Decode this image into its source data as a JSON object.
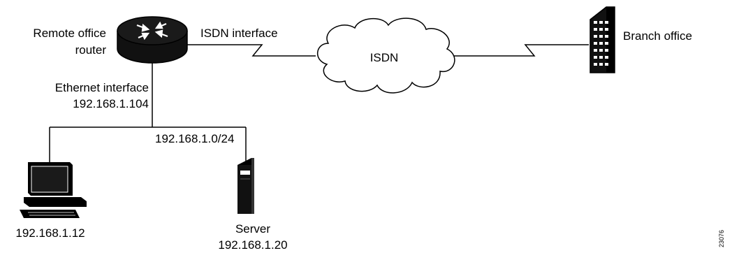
{
  "diagram": {
    "nodes": {
      "router": {
        "label_line1": "Remote office",
        "label_line2": "router",
        "icon": "router-icon"
      },
      "isdn_interface": {
        "label": "ISDN interface"
      },
      "ethernet_interface": {
        "label_line1": "Ethernet interface",
        "label_line2": "192.168.1.104"
      },
      "cloud": {
        "label": "ISDN",
        "icon": "cloud-icon"
      },
      "branch": {
        "label": "Branch office",
        "icon": "building-icon"
      },
      "subnet": {
        "label": "192.168.1.0/24"
      },
      "workstation": {
        "label": "192.168.1.12",
        "icon": "workstation-icon"
      },
      "server": {
        "label_line1": "Server",
        "label_line2": "192.168.1.20",
        "icon": "server-icon"
      }
    },
    "figure_id": "23076"
  }
}
